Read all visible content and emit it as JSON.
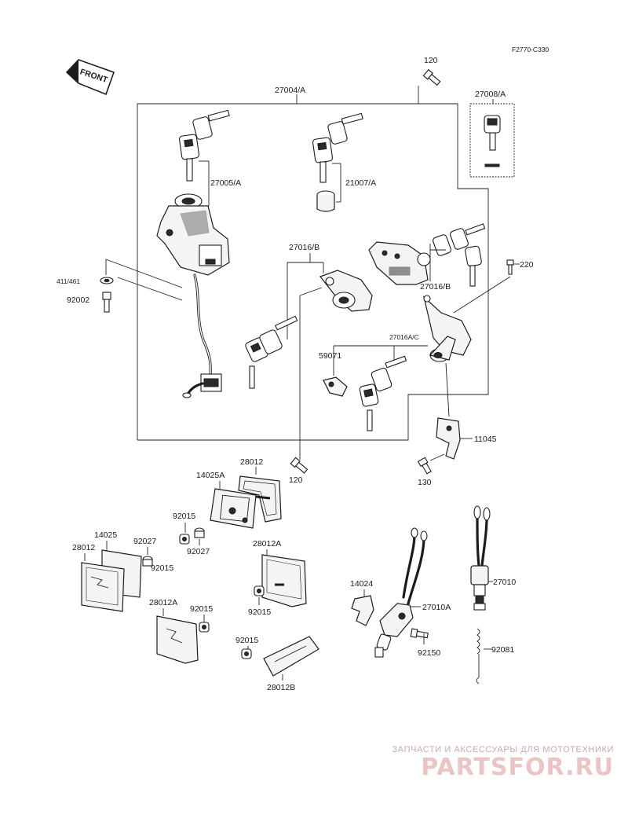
{
  "diagram": {
    "figure_code": "F2770-C330",
    "front_label": "FRONT",
    "parts": {
      "p27004A": "27004/A",
      "p27005A": "27005/A",
      "p21007A": "21007/A",
      "p27008A": "27008/A",
      "p120_top": "120",
      "p220": "220",
      "p27016B_top": "27016/B",
      "p27016B_side": "27016/B",
      "p27016AC": "27016A/C",
      "p59071": "59071",
      "p411_461": "411/461",
      "p92002": "92002",
      "p11045": "11045",
      "p130": "130",
      "p120_bot": "120",
      "p28012_a": "28012",
      "p14025A": "14025A",
      "p92015_a": "92015",
      "p92027_a": "92027",
      "p92027_b": "92027",
      "p14025": "14025",
      "p28012_b": "28012",
      "p92015_b": "92015",
      "p28012A_a": "28012A",
      "p92015_c": "92015",
      "p28012A_b": "28012A",
      "p92015_d": "92015",
      "p92015_e": "92015",
      "p28012B": "28012B",
      "p14024": "14024",
      "p27010A": "27010A",
      "p92150": "92150",
      "p27010": "27010",
      "p92081": "92081"
    }
  },
  "watermark": {
    "tagline": "ЗАПЧАСТИ И АКСЕССУАРЫ ДЛЯ МОТОТЕХНИКИ",
    "logo": "PARTSFOR.RU"
  }
}
